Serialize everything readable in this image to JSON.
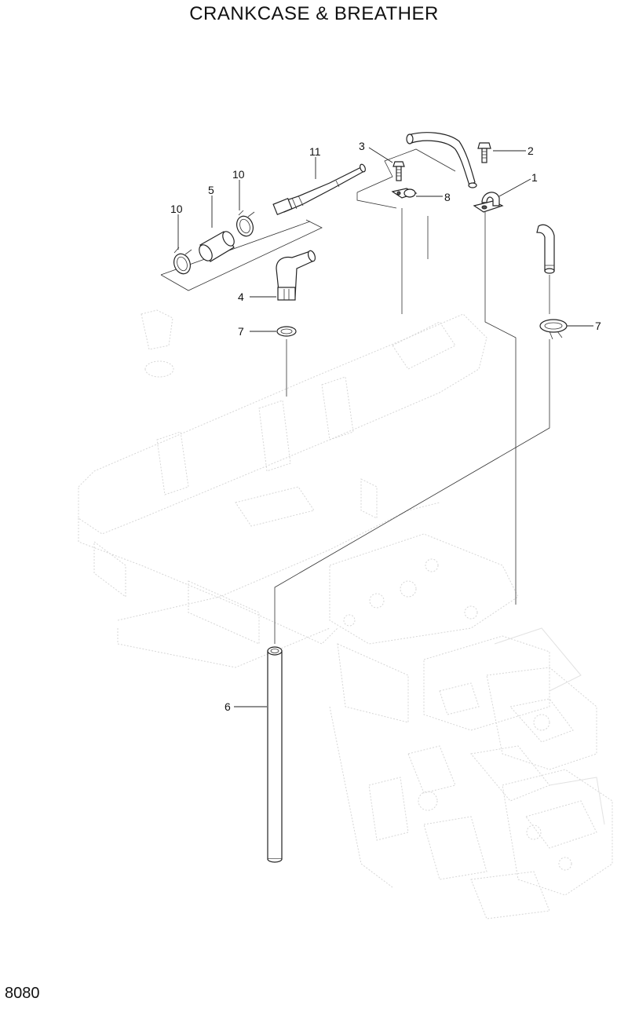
{
  "title": "CRANKCASE & BREATHER",
  "page_number": "8080",
  "callouts": {
    "c1": "1",
    "c2": "2",
    "c3": "3",
    "c4": "4",
    "c5": "5",
    "c6": "6",
    "c7a": "7",
    "c7b": "7",
    "c8": "8",
    "c10a": "10",
    "c10b": "10",
    "c11": "11"
  }
}
